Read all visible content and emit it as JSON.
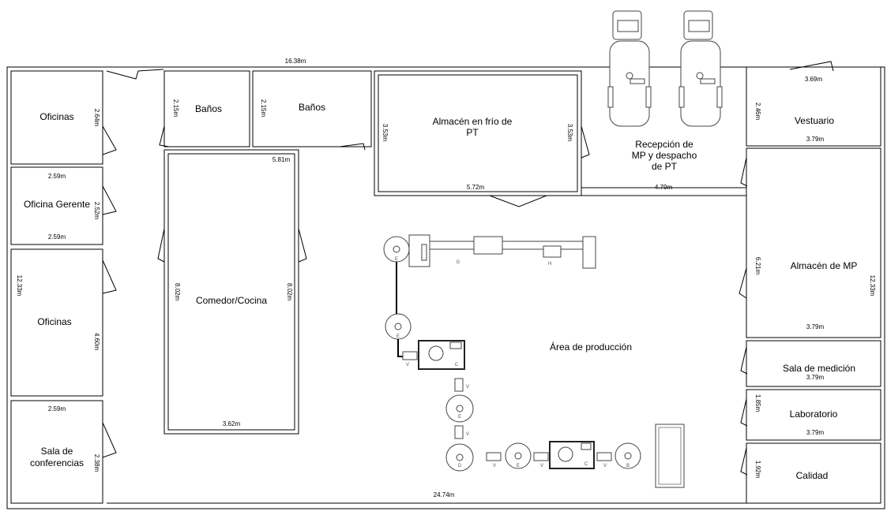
{
  "rooms": {
    "oficinas_top": "Oficinas",
    "oficina_gerente": "Oficina Gerente",
    "oficinas_mid": "Oficinas",
    "sala_conferencias_1": "Sala de",
    "sala_conferencias_2": "conferencias",
    "banos_1": "Baños",
    "banos_2": "Baños",
    "almacen_frio_1": "Almacén en frío de",
    "almacen_frio_2": "PT",
    "recepcion_1": "Recepción de",
    "recepcion_2": "MP y despacho",
    "recepcion_3": "de PT",
    "vestuario": "Vestuario",
    "almacen_mp": "Almacén de MP",
    "comedor": "Comedor/Cocina",
    "area_produccion": "Área de producción",
    "sala_medicion": "Sala de medición",
    "laboratorio": "Laboratorio",
    "calidad": "Calidad"
  },
  "dimensions": {
    "d_1638": "16.38m",
    "d_264": "2.64m",
    "d_259a": "2.59m",
    "d_252": "2.52m",
    "d_259b": "2.59m",
    "d_1233_left": "12.33m",
    "d_460": "4.60m",
    "d_259c": "2.59m",
    "d_238": "2.38m",
    "d_215a": "2.15m",
    "d_215b": "2.15m",
    "d_581": "5.81m",
    "d_802a": "8.02m",
    "d_802b": "8.02m",
    "d_362": "3.62m",
    "d_353a": "3.53m",
    "d_353b": "3.53m",
    "d_572": "5.72m",
    "d_479": "4.79m",
    "d_369": "3.69m",
    "d_246": "2.46m",
    "d_379a": "3.79m",
    "d_621": "6.21m",
    "d_1233_right": "12.33m",
    "d_379b": "3.79m",
    "d_379c": "3.79m",
    "d_185": "1.85m",
    "d_379d": "3.79m",
    "d_192": "1.92m",
    "d_2474": "24.74m"
  },
  "equipment_letters": {
    "e1": "E",
    "g": "G",
    "h": "H",
    "e2": "E",
    "v1": "V",
    "c1": "C",
    "v2": "V",
    "e3": "E",
    "v3": "V",
    "d": "D",
    "v4": "V",
    "e4": "E",
    "v5": "V",
    "c2": "C",
    "v6": "V",
    "b": "B"
  },
  "colors": {
    "wall": "#000000",
    "background": "#ffffff",
    "equipment": "#444444"
  }
}
